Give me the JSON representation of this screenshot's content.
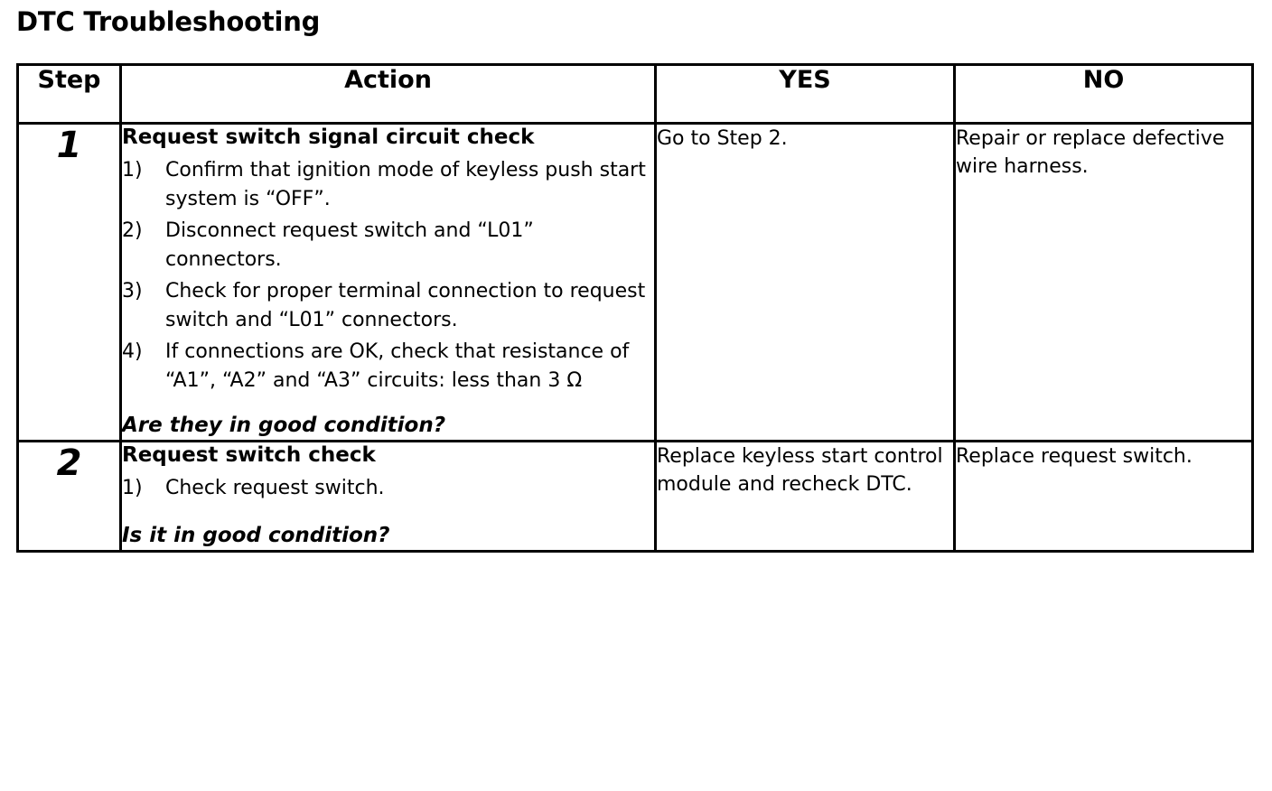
{
  "page": {
    "title": "DTC Troubleshooting"
  },
  "table": {
    "headers": {
      "step": "Step",
      "action": "Action",
      "yes": "YES",
      "no": "NO"
    },
    "rows": [
      {
        "step": "1",
        "action": {
          "heading": "Request switch signal circuit check",
          "items": [
            {
              "marker": "1)",
              "text": "Confirm that ignition mode of keyless push start system is “OFF”."
            },
            {
              "marker": "2)",
              "text": "Disconnect request switch and “L01” connectors."
            },
            {
              "marker": "3)",
              "text": "Check for proper terminal connection to request switch and “L01” connectors."
            },
            {
              "marker": "4)",
              "text": "If connections are OK, check that resistance of “A1”, “A2” and “A3” circuits: less than 3 Ω"
            }
          ],
          "question": "Are they in good condition?"
        },
        "yes": "Go to Step 2.",
        "no": "Repair or replace defective wire harness."
      },
      {
        "step": "2",
        "action": {
          "heading": "Request switch check",
          "items": [
            {
              "marker": "1)",
              "text": "Check request switch."
            }
          ],
          "question": "Is it in good condition?"
        },
        "yes": "Replace keyless start control module and recheck DTC.",
        "no": "Replace request switch."
      }
    ]
  },
  "colors": {
    "ink": "#000000",
    "paper": "#ffffff"
  }
}
